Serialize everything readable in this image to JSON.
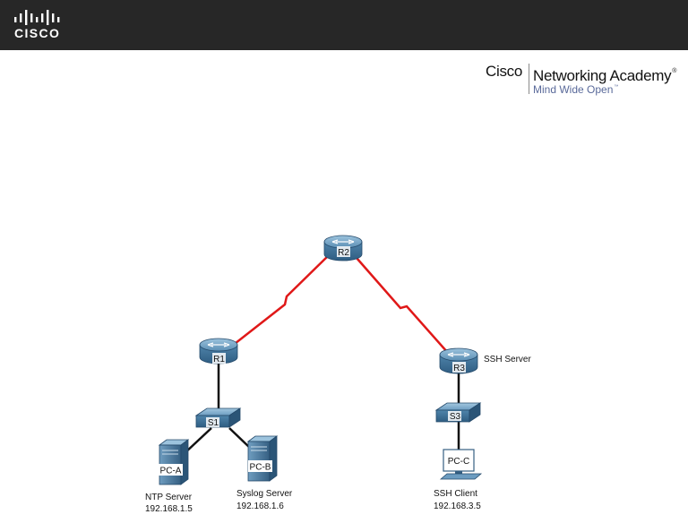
{
  "header": {
    "brand_wordmark": "CISCO",
    "academy": {
      "cisco": "Cisco",
      "name": "Networking Academy",
      "registered_mark": "®",
      "tagline": "Mind Wide Open",
      "tm_mark": "™"
    }
  },
  "topology": {
    "devices": {
      "r1": "R1",
      "r2": "R2",
      "r3": "R3",
      "s1": "S1",
      "s3": "S3",
      "pca": "PC-A",
      "pcb": "PC-B",
      "pcc": "PC-C"
    },
    "annotations": {
      "r3_role": "SSH Server",
      "pca_role": "NTP Server",
      "pca_ip": "192.168.1.5",
      "pcb_role": "Syslog Server",
      "pcb_ip": "192.168.1.6",
      "pcc_role": "SSH Client",
      "pcc_ip": "192.168.3.5"
    },
    "colors": {
      "serial_link": "#e01818",
      "ethernet_link": "#111111",
      "device_blue": "#4a7fa6"
    }
  }
}
